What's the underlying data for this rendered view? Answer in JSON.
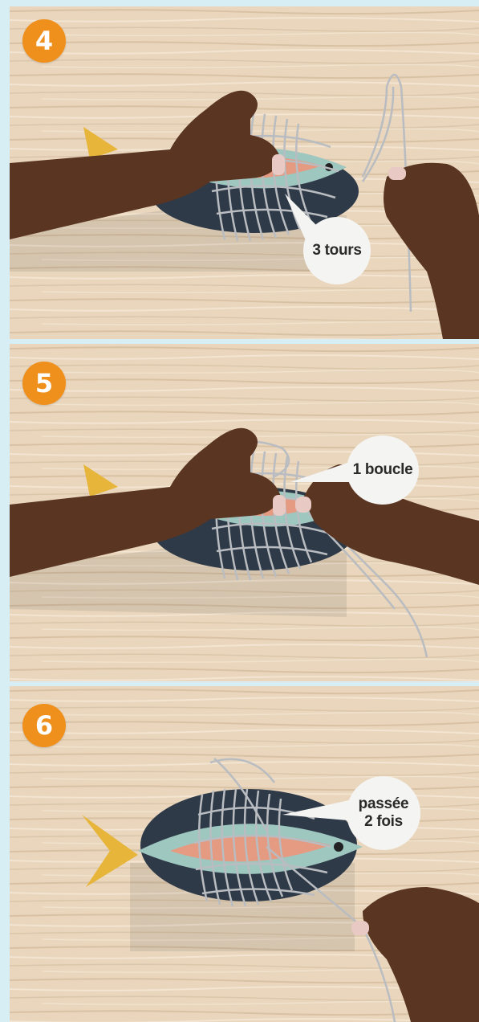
{
  "steps": [
    {
      "number": "4",
      "callout": "3 tours"
    },
    {
      "number": "5",
      "callout": "1 boucle"
    },
    {
      "number": "6",
      "callout": "passée\n2 fois"
    }
  ],
  "colors": {
    "background": "#d8eef5",
    "step_badge": "#f0901c",
    "wood": "#e9d6bd",
    "skin": "#5a3522",
    "string": "#b9bcc0",
    "plate": "#2f3a48",
    "fish_flesh": "#e59a82",
    "fish_tail": "#e6b53a"
  },
  "icons": [
    "hand-icon",
    "fish-icon",
    "string-icon",
    "plate-icon"
  ]
}
